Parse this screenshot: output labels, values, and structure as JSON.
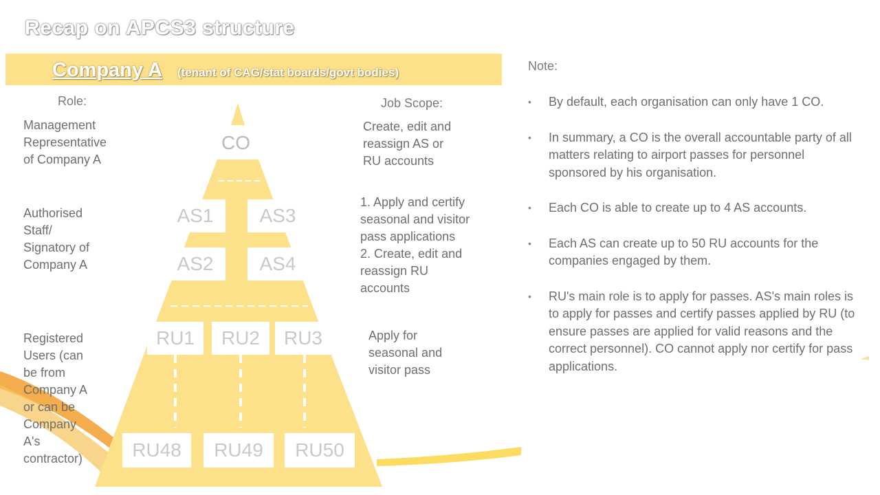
{
  "title": "Recap on APCS3 structure",
  "company": {
    "name": "Company A",
    "subtitle": "(tenant of CAG/stat boards/govt bodies)"
  },
  "headers": {
    "role": "Role:",
    "job_scope": "Job Scope:"
  },
  "roles": [
    {
      "lines": [
        "Management",
        "Representative",
        "of Company A"
      ]
    },
    {
      "lines": [
        "Authorised",
        "Staff/",
        "Signatory of",
        "Company A"
      ]
    },
    {
      "lines": [
        "Registered",
        "Users (can",
        "be from",
        "Company A",
        "or can be",
        "Company",
        "A's",
        "contractor)"
      ]
    }
  ],
  "job_scopes": [
    {
      "lines": [
        "Create, edit and",
        "reassign AS or",
        "RU accounts"
      ]
    },
    {
      "lines": [
        "1. Apply and certify",
        "seasonal and visitor",
        "pass applications",
        "2. Create, edit and",
        "reassign RU",
        "accounts"
      ]
    },
    {
      "lines": [
        "Apply for",
        "seasonal and",
        "visitor pass"
      ]
    }
  ],
  "pyramid": {
    "co": "CO",
    "as": [
      "AS1",
      "AS3",
      "AS2",
      "AS4"
    ],
    "ru_top": [
      "RU1",
      "RU2",
      "RU3"
    ],
    "ru_bottom": [
      "RU48",
      "RU49",
      "RU50"
    ],
    "fill_color": "#fde08a"
  },
  "note": {
    "title": "Note:",
    "items": [
      "By default, each organisation can only have 1 CO.",
      "In summary, a CO is the overall accountable party of all matters relating to airport passes for personnel sponsored by his organisation.",
      "Each CO is able to create up to 4 AS accounts.",
      "Each AS can create up to 50 RU accounts for the companies engaged by them.",
      "RU's main role is to apply for passes. AS's main roles is to apply for passes and certify passes applied by RU (to ensure passes are applied for valid reasons and the correct personnel). CO cannot apply nor certify for pass applications."
    ]
  },
  "colors": {
    "accent_yellow": "#fde08a",
    "swoosh_orange": "#f3a43a",
    "swoosh_yellow": "#fbd23a"
  }
}
